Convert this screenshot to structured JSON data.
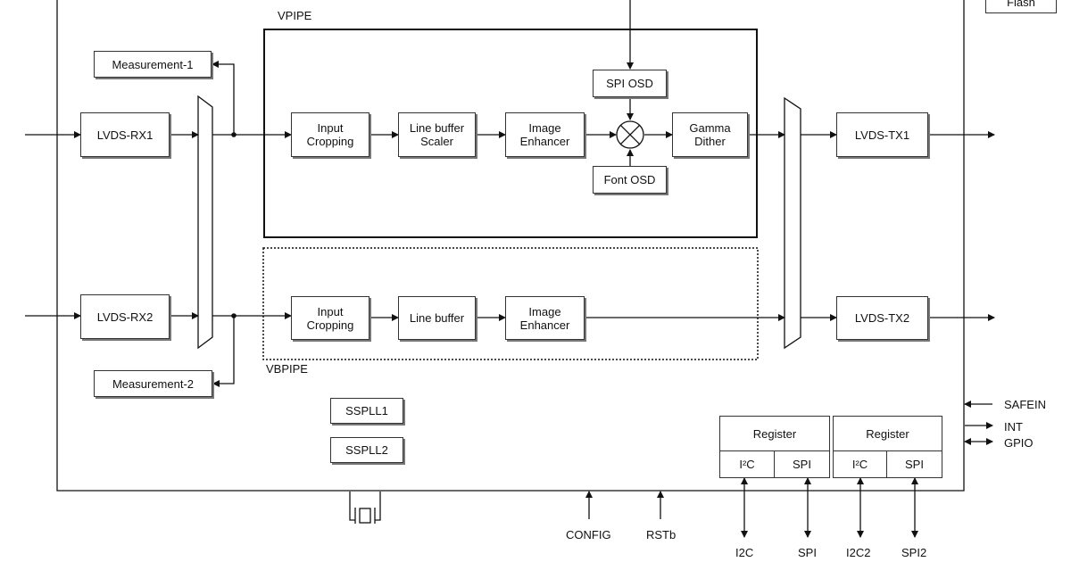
{
  "flash": "Flash",
  "vpipe": {
    "title": "VPIPE",
    "input_cropping": "Input\nCropping",
    "line_buffer_scaler": "Line buffer\nScaler",
    "image_enhancer": "Image\nEnhancer",
    "spi_osd": "SPI OSD",
    "font_osd": "Font OSD",
    "gamma_dither": "Gamma\nDither"
  },
  "vbpipe": {
    "title": "VBPIPE",
    "input_cropping": "Input\nCropping",
    "line_buffer": "Line buffer",
    "image_enhancer": "Image\nEnhancer"
  },
  "rx": {
    "rx1": "LVDS-RX1",
    "rx2": "LVDS-RX2"
  },
  "tx": {
    "tx1": "LVDS-TX1",
    "tx2": "LVDS-TX2"
  },
  "measure": {
    "m1": "Measurement-1",
    "m2": "Measurement-2"
  },
  "pll": {
    "p1": "SSPLL1",
    "p2": "SSPLL2"
  },
  "registers": [
    {
      "title": "Register",
      "left": "I²C",
      "right": "SPI"
    },
    {
      "title": "Register",
      "left": "I²C",
      "right": "SPI"
    }
  ],
  "signals": {
    "safein": "SAFEIN",
    "int": "INT",
    "gpio": "GPIO",
    "config": "CONFIG",
    "rstb": "RSTb",
    "i2c": "I2C",
    "spi": "SPI",
    "i2c2": "I2C2",
    "spi2": "SPI2"
  }
}
